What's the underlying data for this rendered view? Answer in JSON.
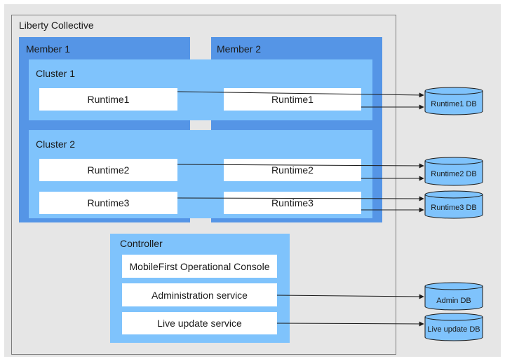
{
  "diagram": {
    "collective_label": "Liberty Collective",
    "member1_label": "Member 1",
    "member2_label": "Member 2",
    "cluster1_label": "Cluster 1",
    "cluster2_label": "Cluster 2",
    "runtimes": {
      "m1_runtime1": "Runtime1",
      "m2_runtime1": "Runtime1",
      "m1_runtime2": "Runtime2",
      "m2_runtime2": "Runtime2",
      "m1_runtime3": "Runtime3",
      "m2_runtime3": "Runtime3"
    },
    "controller": {
      "label": "Controller",
      "console": "MobileFirst Operational Console",
      "admin_service": "Administration service",
      "live_update_service": "Live update service"
    },
    "databases": {
      "runtime1_db": "Runtime1 DB",
      "runtime2_db": "Runtime2 DB",
      "runtime3_db": "Runtime3 DB",
      "admin_db": "Admin DB",
      "live_update_db": "Live update DB"
    },
    "colors": {
      "background": "#e6e6e6",
      "member": "#5595e6",
      "cluster": "#7fc3fc",
      "box": "#ffffff",
      "database": "#7fc3fc",
      "line": "#1a1a1a"
    }
  }
}
